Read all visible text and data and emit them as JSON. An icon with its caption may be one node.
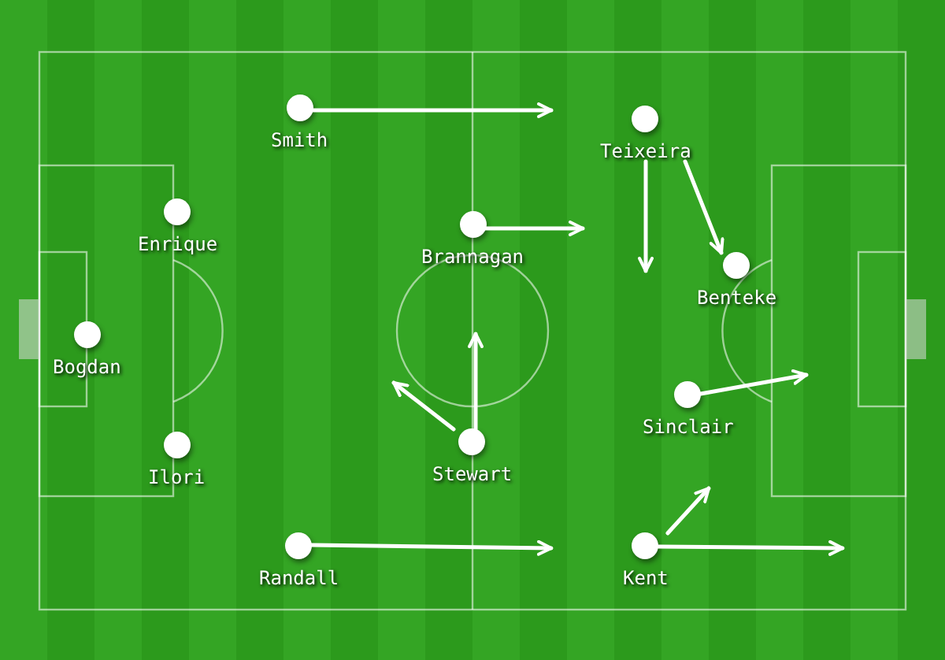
{
  "diagram": {
    "nodes": [
      {
        "text": [
          "Smith"
        ]
      },
      {
        "text": [
          "Teixeira"
        ]
      },
      {
        "text": [
          "Enrique"
        ]
      },
      {
        "text": [
          "Brannagan"
        ]
      },
      {
        "text": [
          "Benteke"
        ]
      },
      {
        "text": [
          "Bogdan"
        ]
      },
      {
        "text": [
          "Sinclair"
        ]
      },
      {
        "text": [
          "Ilori"
        ]
      },
      {
        "text": [
          "Stewart"
        ]
      },
      {
        "text": [
          "Randall"
        ]
      },
      {
        "text": [
          "Kent"
        ]
      }
    ],
    "edges": [
      {
        "from": 0,
        "to": null,
        "arrow": "to"
      },
      {
        "from": 3,
        "to": null,
        "arrow": "to"
      },
      {
        "from": 1,
        "to": null,
        "arrow": "to"
      },
      {
        "from": 1,
        "to": 4,
        "arrow": "to"
      },
      {
        "from": 8,
        "to": null,
        "arrow": "to"
      },
      {
        "from": 8,
        "to": null,
        "arrow": "to"
      },
      {
        "from": 6,
        "to": null,
        "arrow": "to"
      },
      {
        "from": 9,
        "to": null,
        "arrow": "to"
      },
      {
        "from": 10,
        "to": null,
        "arrow": "to"
      },
      {
        "from": 10,
        "to": null,
        "arrow": "to"
      }
    ]
  }
}
